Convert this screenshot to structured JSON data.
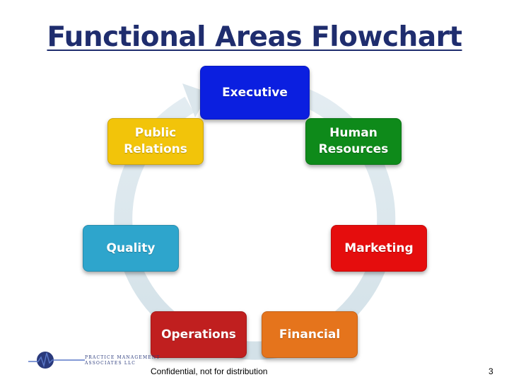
{
  "title": "Functional Areas Flowchart",
  "nodes": [
    {
      "label": "Executive",
      "color": "#0b1fe0"
    },
    {
      "label": "Human\nResources",
      "color": "#0e8a1a"
    },
    {
      "label": "Marketing",
      "color": "#e50d0d"
    },
    {
      "label": "Financial",
      "color": "#e5741c"
    },
    {
      "label": "Operations",
      "color": "#c01f1f"
    },
    {
      "label": "Quality",
      "color": "#2ea5cc"
    },
    {
      "label": "Public\nRelations",
      "color": "#f2c40a"
    }
  ],
  "ring_color": "#dde8ee",
  "logo": {
    "line1": "PRACTICE MANAGEMENT",
    "line2": "ASSOCIATES LLC"
  },
  "footer": "Confidential, not for distribution",
  "page_number": "3"
}
